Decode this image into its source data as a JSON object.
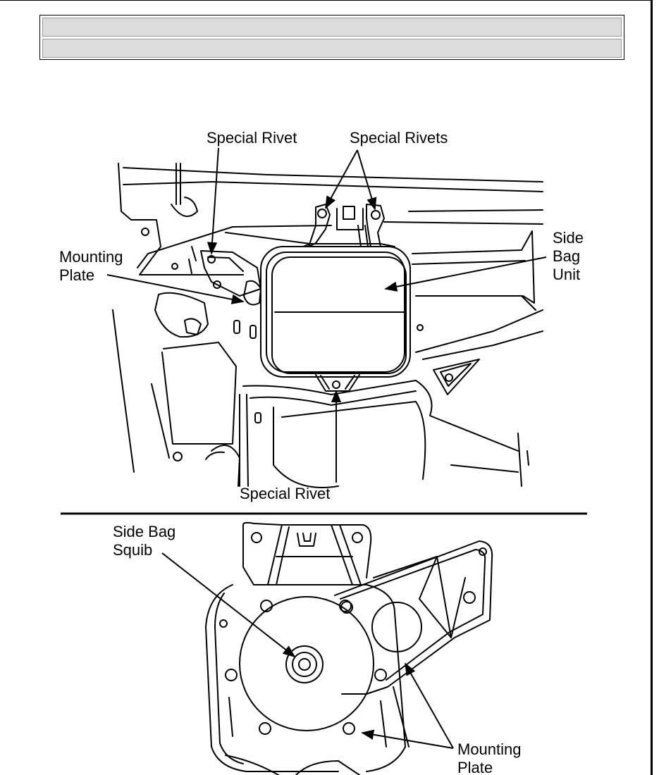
{
  "header": {
    "title": "",
    "subtitle": ""
  },
  "figure_top": {
    "labels": {
      "special_rivet_top": "Special Rivet",
      "special_rivets": "Special Rivets",
      "mounting_plate_1": "Mounting",
      "mounting_plate_2": "Plate",
      "side_bag_unit_1": "Side",
      "side_bag_unit_2": "Bag",
      "side_bag_unit_3": "Unit",
      "special_rivet_bottom": "Special Rivet"
    }
  },
  "figure_bottom": {
    "labels": {
      "side_bag_squib_1": "Side Bag",
      "side_bag_squib_2": "Squib",
      "mounting_plate_1": "Mounting",
      "mounting_plate_2": "Plate"
    }
  }
}
